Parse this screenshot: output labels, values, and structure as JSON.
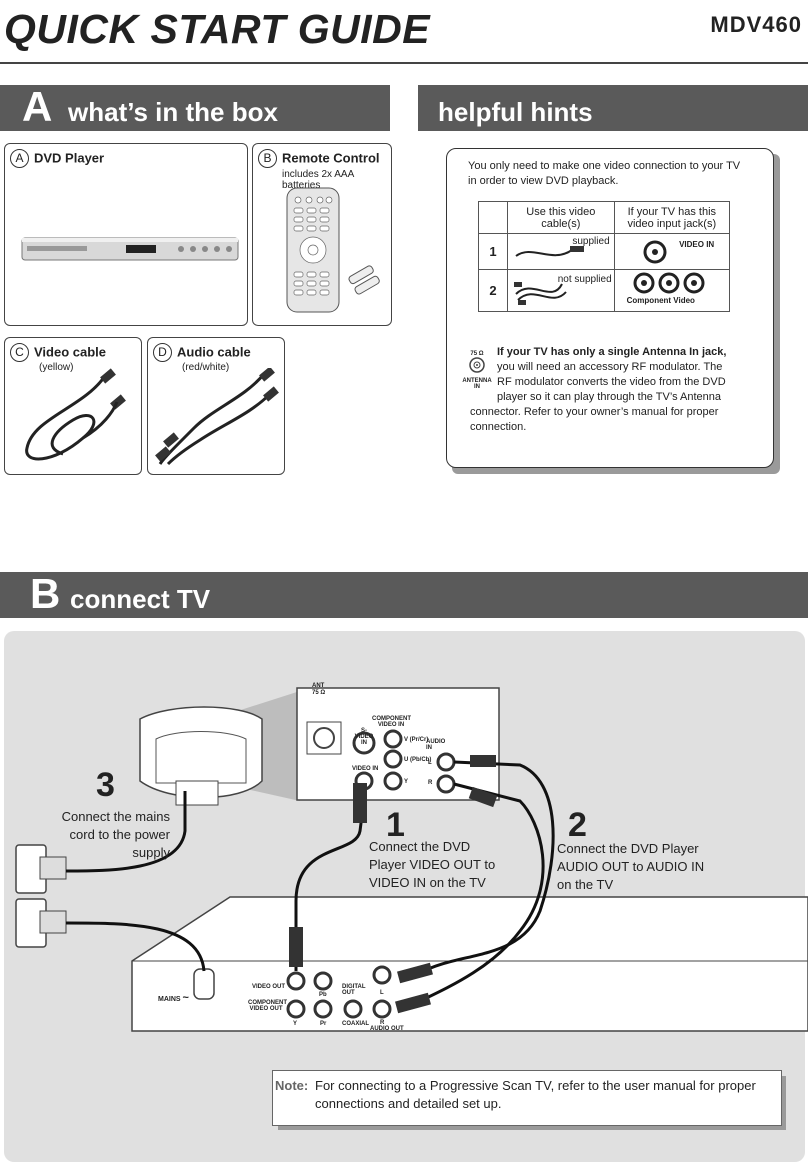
{
  "header": {
    "title": "QUICK START GUIDE",
    "model": "MDV460"
  },
  "sectionA": {
    "letter": "A",
    "label": "what’s in the box"
  },
  "hints_header": {
    "label": "helpful hints"
  },
  "box_items": [
    {
      "letter": "A",
      "name": "DVD Player",
      "sub": ""
    },
    {
      "letter": "B",
      "name": "Remote Control",
      "sub": "includes 2x AAA batteries"
    },
    {
      "letter": "C",
      "name": "Video cable",
      "sub": "(yellow)"
    },
    {
      "letter": "D",
      "name": "Audio cable",
      "sub": "(red/white)"
    }
  ],
  "hints": {
    "intro": "You only need to make one video connection to your TV in order to view DVD playback.",
    "table": {
      "col1": "Use this video cable(s)",
      "col2": "If your TV has this video input jack(s)",
      "rows": [
        {
          "num": "1",
          "cable_label": "supplied",
          "jack_label": "VIDEO IN"
        },
        {
          "num": "2",
          "cable_label": "not supplied",
          "jack_label": "Component Video"
        }
      ]
    },
    "antenna_bold": "If your TV has only a single Antenna In jack,",
    "antenna_text": "you will need an accessory RF modulator. The RF modulator converts the video from the DVD player so it can play through the TV’s Antenna connector. Refer to your owner’s manual for proper connection.",
    "antenna_icon_top": "75 Ω",
    "antenna_icon_bottom": "ANTENNA IN"
  },
  "sectionB": {
    "letter": "B",
    "label": "connect TV"
  },
  "diagram": {
    "tv_panel": {
      "ant": "ANT",
      "ohm": "75 Ω",
      "svideo": "S-VIDEO IN",
      "component": "COMPONENT VIDEO IN",
      "v": "V (Pr/Cr)",
      "u": "U (Pb/Cb)",
      "y": "Y",
      "video_in": "VIDEO IN",
      "audio_in": "AUDIO IN",
      "l": "L",
      "r": "R"
    },
    "player_panel": {
      "mains": "MAINS",
      "video_out": "VIDEO OUT",
      "component_out": "COMPONENT VIDEO OUT",
      "pb": "Pb",
      "y": "Y",
      "pr": "Pr",
      "digital_out": "DIGITAL OUT",
      "coaxial": "COAXIAL",
      "l": "L",
      "r": "R",
      "audio_out": "AUDIO OUT"
    },
    "step1": {
      "num": "1",
      "text": "Connect the DVD Player VIDEO OUT to VIDEO IN on the TV"
    },
    "step2": {
      "num": "2",
      "text": "Connect the DVD Player AUDIO OUT to AUDIO IN on the TV"
    },
    "step3": {
      "num": "3",
      "text": "Connect the mains cord to the power supply"
    }
  },
  "note": {
    "label": "Note:",
    "text": "For connecting to a Progressive Scan TV, refer to the user manual for proper connections and detailed set up."
  }
}
